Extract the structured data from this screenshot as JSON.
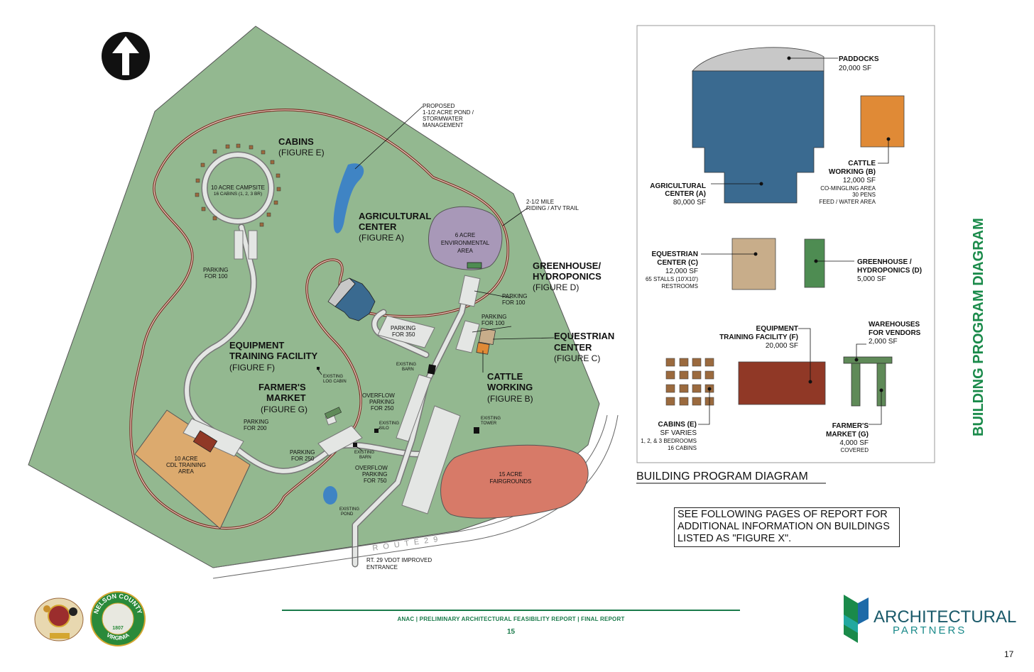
{
  "site": {
    "cabins": {
      "title": "CABINS",
      "figure": "(FIGURE E)"
    },
    "campsite": {
      "title": "10 ACRE CAMPSITE",
      "sub": "16 CABINS (1, 2, 3 BR)"
    },
    "pond": [
      "PROPOSED",
      "1-1/2 ACRE POND /",
      "STORMWATER",
      "MANAGEMENT"
    ],
    "trail": [
      "2-1/2 MILE",
      "RIDING / ATV TRAIL"
    ],
    "agricultural": {
      "title1": "AGRICULTURAL",
      "title2": "CENTER",
      "figure": "(FIGURE A)"
    },
    "environmental": [
      "6 ACRE",
      "ENVIRONMENTAL",
      "AREA"
    ],
    "greenhouse": {
      "title1": "GREENHOUSE/",
      "title2": "HYDROPONICS",
      "figure": "(FIGURE D)"
    },
    "parking_100a": [
      "PARKING",
      "FOR 100"
    ],
    "parking_100b": [
      "PARKING",
      "FOR 100"
    ],
    "parking_100c": [
      "PARKING",
      "FOR 100"
    ],
    "parking_350": [
      "PARKING",
      "FOR 350"
    ],
    "equestrian": {
      "title1": "EQUESTRIAN",
      "title2": "CENTER",
      "figure": "(FIGURE C)"
    },
    "equipment": {
      "title1": "EQUIPMENT",
      "title2": "TRAINING FACILITY",
      "figure": "(FIGURE F)"
    },
    "log_cabin": [
      "EXISTING",
      "LOG CABIN"
    ],
    "existing_barn_top": [
      "EXISTING",
      "BARN"
    ],
    "cattle": {
      "title1": "CATTLE",
      "title2": "WORKING",
      "figure": "(FIGURE B)"
    },
    "farmers": {
      "title1": "FARMER'S",
      "title2": "MARKET",
      "figure": "(FIGURE G)"
    },
    "overflow_250": [
      "OVERFLOW",
      "PARKING",
      "FOR 250"
    ],
    "parking_200": [
      "PARKING",
      "FOR 200"
    ],
    "silo": [
      "EXISTING",
      "SILO"
    ],
    "tower": [
      "EXISTING",
      "TOWER"
    ],
    "cdl": [
      "10 ACRE",
      "CDL TRAINING",
      "AREA"
    ],
    "parking_250": [
      "PARKING",
      "FOR 250"
    ],
    "existing_barn_bottom": [
      "EXISTING",
      "BARN"
    ],
    "overflow_750": [
      "OVERFLOW",
      "PARKING",
      "FOR 750"
    ],
    "fairgrounds": [
      "15 ACRE",
      "FAIRGROUNDS"
    ],
    "existing_pond": [
      "EXISTING",
      "POND"
    ],
    "route": "R O U T E   2 9",
    "entrance": [
      "RT. 29 VDOT IMPROVED",
      "ENTRANCE"
    ]
  },
  "diagram": {
    "paddocks": {
      "name": "PADDOCKS",
      "area": "20,000 SF"
    },
    "agricultural": {
      "name1": "AGRICULTURAL",
      "name2": "CENTER (A)",
      "area": "80,000 SF"
    },
    "cattle": {
      "name1": "CATTLE",
      "name2": "WORKING (B)",
      "area": "12,000 SF",
      "notes": [
        "CO-MINGLING AREA",
        "30 PENS",
        "FEED / WATER AREA"
      ]
    },
    "equestrian": {
      "name1": "EQUESTRIAN",
      "name2": "CENTER (C)",
      "area": "12,000 SF",
      "notes": [
        "65 STALLS (10'X10')",
        "RESTROOMS"
      ]
    },
    "greenhouse": {
      "name1": "GREENHOUSE /",
      "name2": "HYDROPONICS (D)",
      "area": "5,000 SF"
    },
    "equipment": {
      "name1": "EQUIPMENT",
      "name2": "TRAINING FACILITY (F)",
      "area": "20,000 SF"
    },
    "warehouses": {
      "name1": "WAREHOUSES",
      "name2": "FOR VENDORS",
      "area": "2,000 SF"
    },
    "cabins": {
      "name": "CABINS (E)",
      "area": "SF VARIES",
      "notes": [
        "1, 2, & 3 BEDROOMS",
        "16 CABINS"
      ]
    },
    "farmers": {
      "name1": "FARMER'S",
      "name2": "MARKET (G)",
      "area": "4,000 SF",
      "notes": [
        "COVERED"
      ]
    },
    "caption": "BUILDING PROGRAM DIAGRAM",
    "side_title": "BUILDING PROGRAM DIAGRAM"
  },
  "note": {
    "lines": [
      "SEE FOLLOWING PAGES OF REPORT FOR",
      "ADDITIONAL INFORMATION ON BUILDINGS",
      "LISTED AS \"FIGURE X\"."
    ]
  },
  "footer": {
    "text": "ANAC  |  PRELIMINARY ARCHITECTURAL FEASIBILITY REPORT  |  FINAL REPORT",
    "page": "15"
  },
  "corner_page": "17",
  "logo": {
    "line1": "ARCHITECTURAL",
    "line2": "PARTNERS"
  },
  "seal": {
    "top": "NELSON COUNTY",
    "year": "1807",
    "bottom": "VIRGINIA"
  },
  "colors": {
    "land": "#93b890",
    "agricultural": "#3a6a90",
    "paddock": "#c8c8c8",
    "cattle": "#e08a36",
    "equestrian": "#c8ad8a",
    "greenhouse": "#4e8c52",
    "equipment": "#903826",
    "cabin": "#9b6a3e",
    "farmers": "#5f8a58",
    "fair": "#d77a68",
    "cdl": "#dcaa6e",
    "env": "#a898b8",
    "water": "#3f84c4",
    "brand": "#1a8a4a"
  }
}
